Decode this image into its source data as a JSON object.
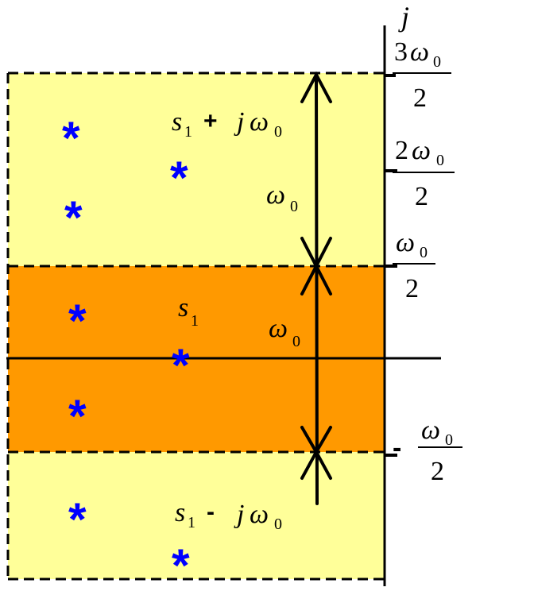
{
  "colors": {
    "light_band": "#FFFF99",
    "central_band": "#FF9900",
    "pole": "#0000FF",
    "ink": "#000000"
  },
  "axis": {
    "imag_label": "j"
  },
  "ticks": {
    "top": {
      "num_coef": "3",
      "num_sym": "ω",
      "num_sub": "0",
      "den": "2"
    },
    "upper": {
      "num_coef": "2",
      "num_sym": "ω",
      "num_sub": "0",
      "den": "2"
    },
    "mid": {
      "num_sym": "ω",
      "num_sub": "0",
      "den": "2"
    },
    "low": {
      "sign": "-",
      "num_sym": "ω",
      "num_sub": "0",
      "den": "2"
    }
  },
  "labels": {
    "upper_band": {
      "s": "s",
      "s_sub": "1",
      "op": "+",
      "j": "j",
      "w": "ω",
      "w_sub": "0"
    },
    "central_band": {
      "s": "s",
      "s_sub": "1"
    },
    "lower_band": {
      "s": "s",
      "s_sub": "1",
      "op": "-",
      "j": "j",
      "w": "ω",
      "w_sub": "0"
    },
    "width_upper": {
      "w": "ω",
      "w_sub": "0"
    },
    "width_central": {
      "w": "ω",
      "w_sub": "0"
    }
  },
  "pole_glyph": "*"
}
